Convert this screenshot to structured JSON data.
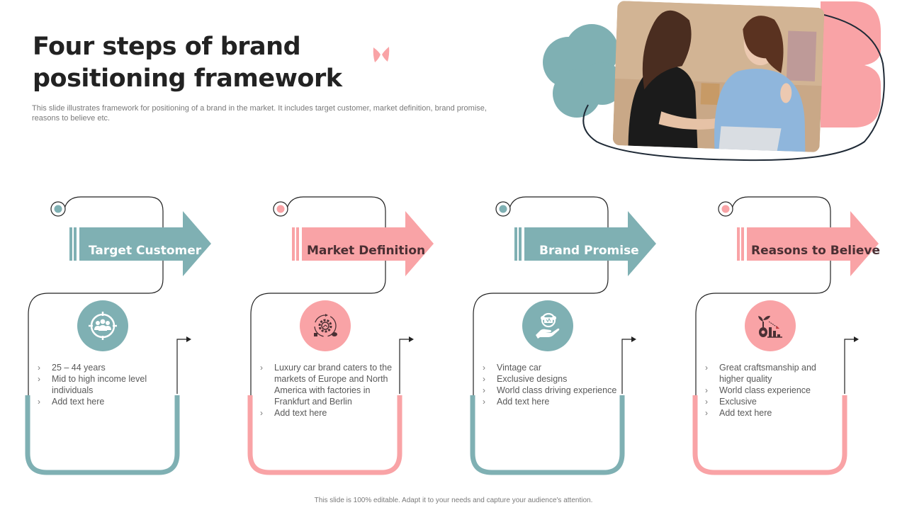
{
  "header": {
    "title": "Four steps of brand positioning framework",
    "subtitle": "This slide illustrates framework for positioning of a brand in the market. It includes target customer, market definition, brand promise, reasons to believe etc."
  },
  "colors": {
    "teal": "#7fb0b3",
    "pink": "#f9a3a6",
    "dark_text": "#222222",
    "body_text": "#595959",
    "line": "#222222"
  },
  "hero_image": {
    "description": "Two women talking with a laptop",
    "decor": [
      "teal-cloud-shape",
      "pink-rounded-shape",
      "dark-oval-outline"
    ]
  },
  "steps": [
    {
      "label": "Target Customer",
      "color": "teal",
      "icon": "target-audience-icon",
      "bullets": [
        "25 – 44 years",
        "Mid to high income level individuals",
        "Add text here"
      ]
    },
    {
      "label": "Market Definition",
      "color": "pink",
      "icon": "market-cycle-gear-icon",
      "bullets": [
        "Luxury car brand caters to the markets of Europe and North America with factories in Frankfurt and Berlin",
        "Add text here"
      ]
    },
    {
      "label": "Brand Promise",
      "color": "teal",
      "icon": "hand-holding-badge-icon",
      "bullets": [
        "Vintage car",
        "Exclusive designs",
        "World class driving experience",
        "Add text here"
      ]
    },
    {
      "label": "Reasons to Believe",
      "color": "pink",
      "icon": "plant-growth-chart-icon",
      "bullets": [
        "Great craftsmanship and higher quality",
        "World class experience",
        "Exclusive",
        "Add text here"
      ]
    }
  ],
  "footer": {
    "text": "This slide is 100% editable. Adapt it to your needs and capture your audience's attention."
  }
}
